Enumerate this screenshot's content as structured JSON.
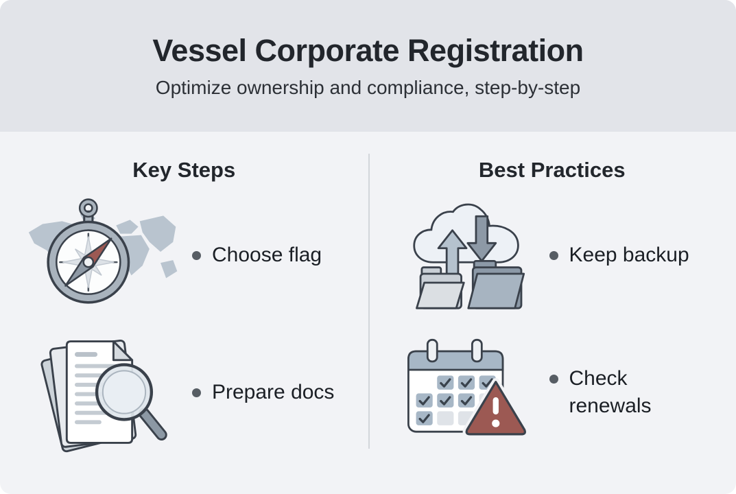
{
  "header": {
    "title": "Vessel Corporate Registration",
    "subtitle": "Optimize ownership and compliance, step-by-step"
  },
  "columns": [
    {
      "heading": "Key Steps",
      "items": [
        {
          "icon": "compass-world-map-icon",
          "label": "Choose flag"
        },
        {
          "icon": "documents-magnifier-icon",
          "label": "Prepare docs"
        }
      ]
    },
    {
      "heading": "Best Practices",
      "items": [
        {
          "icon": "cloud-backup-folders-icon",
          "label": "Keep backup"
        },
        {
          "icon": "calendar-warning-icon",
          "label": "Check renewals"
        }
      ]
    }
  ],
  "colors": {
    "header_bg": "#e2e4e9",
    "body_bg": "#f2f3f6",
    "title_text": "#22262c",
    "subtitle_text": "#2c3036",
    "label_text": "#1b1f25",
    "divider": "#d3d6db",
    "bullet": "#575d64",
    "icon_outline": "#3a414b",
    "icon_gray": "#a9b3bd",
    "icon_blue_gray": "#a7b7c6",
    "map_silhouette": "#b6c2cd",
    "accent_red": "#9c5953"
  }
}
